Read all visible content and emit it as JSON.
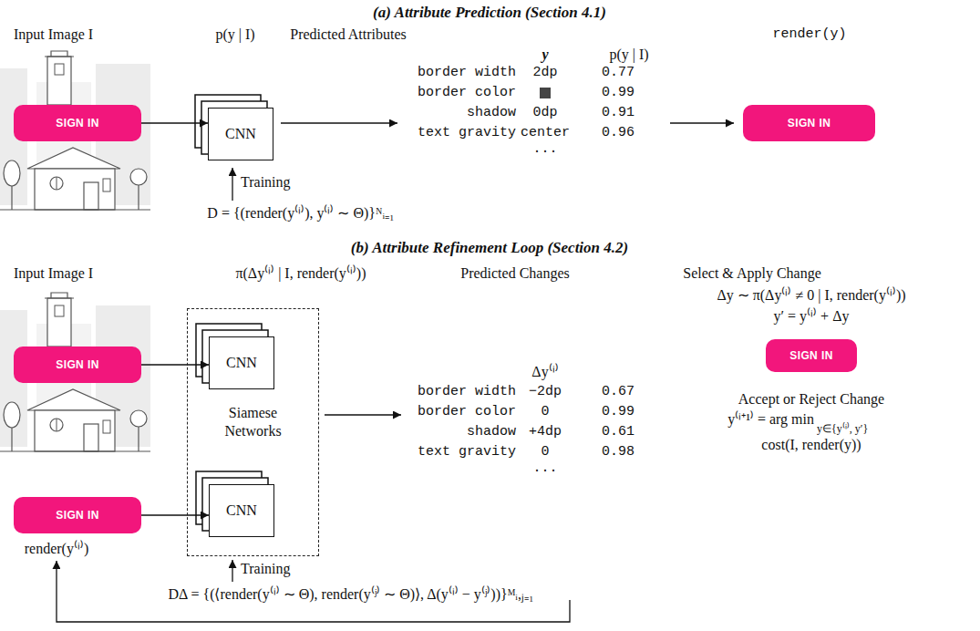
{
  "diagram": {
    "nodes": [
      {
        "text": [
          "SIGN IN"
        ]
      },
      {
        "text": [
          "CNN"
        ]
      },
      {
        "text": [
          "SIGN IN"
        ]
      },
      {
        "text": [
          "SIGN IN"
        ]
      },
      {
        "text": [
          "Siamese Networks"
        ]
      },
      {
        "text": [
          "CNN"
        ],
        "in": 4
      },
      {
        "text": [
          "CNN"
        ],
        "in": 4
      },
      {
        "text": [
          "SIGN IN"
        ]
      },
      {
        "text": [
          "SIGN IN"
        ]
      }
    ],
    "edges": [
      {
        "from": 0,
        "to": 1,
        "arrow": "to"
      },
      {
        "from": 3,
        "to": 5,
        "arrow": "to"
      },
      {
        "from": 8,
        "to": 6,
        "arrow": "to"
      }
    ],
    "labels": [
      "(a) Attribute Prediction (Section 4.1)",
      "Input Image I",
      "p(y | I)",
      "Predicted Attributes",
      "render(y)",
      "y",
      "p(y | I)",
      "border width",
      "2dp",
      "0.77",
      "border color",
      "0.99",
      "shadow",
      "0dp",
      "0.91",
      "text gravity",
      "center",
      "0.96",
      "...",
      "Training",
      "D = {(render(y⁽ⁱ⁾), y⁽ⁱ⁾ ∼ Θ)}ᴺᵢ₌₁",
      "(b) Attribute Refinement Loop (Section 4.2)",
      "Input Image I",
      "π(Δy⁽ⁱ⁾ | I, render(y⁽ⁱ⁾))",
      "Predicted Changes",
      "Select & Apply Change",
      "Δy ∼ π(Δy⁽ⁱ⁾ ≠ 0 | I, render(y⁽ⁱ⁾))",
      "y′ = y⁽ⁱ⁾ + Δy",
      "Δy⁽ⁱ⁾",
      "border width",
      "−2dp",
      "0.67",
      "border color",
      "0",
      "0.99",
      "shadow",
      "+4dp",
      "0.61",
      "text gravity",
      "0",
      "0.98",
      "...",
      "Accept or Reject Change",
      "y⁽ⁱ⁺¹⁾ = arg min",
      "y∈{y⁽ⁱ⁾, y′}",
      "cost(I, render(y))",
      "render(y⁽ⁱ⁾)",
      "Training",
      "DΔ = {(⟨render(y⁽ⁱ⁾ ∼ Θ), render(y⁽ʲ⁾ ∼ Θ)⟩, Δ(y⁽ⁱ⁾ − y⁽ʲ⁾))}ᴹᵢ,ⱼ₌₁"
    ]
  }
}
